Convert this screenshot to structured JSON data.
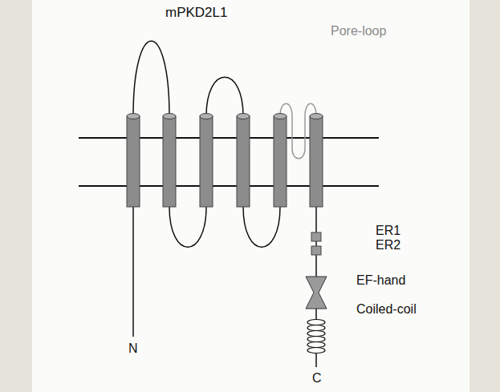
{
  "diagram": {
    "title": "mPKD2L1",
    "labels": [
      "Pore-loop",
      "ER1",
      "ER2",
      "EF-hand",
      "Coiled-coil",
      "N",
      "C"
    ]
  }
}
